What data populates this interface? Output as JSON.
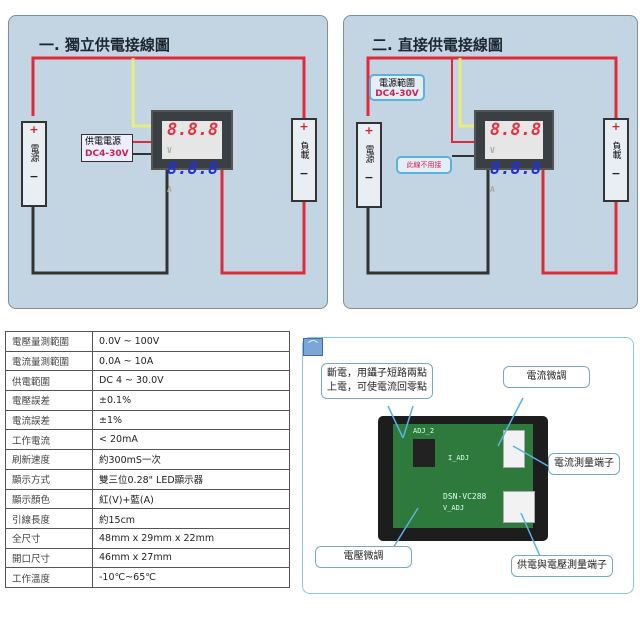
{
  "diagram1": {
    "title": "一. 獨立供電接線圖",
    "source_plus": "+",
    "source_label": "電源",
    "source_minus": "−",
    "supply_label": "供電電源",
    "supply_range": "DC4-30V",
    "display_v": "8.8.8",
    "unit_v": "V",
    "display_a": "8.8.8",
    "unit_a": "A",
    "load_plus": "+",
    "load_label": "負載",
    "load_minus": "−"
  },
  "diagram2": {
    "title": "二. 直接供電接線圖",
    "bubble_title": "電源範圍",
    "bubble_range": "DC4-30V",
    "note": "此線不用接",
    "source_plus": "+",
    "source_label": "電源",
    "source_minus": "−",
    "display_v": "8.8.8",
    "unit_v": "V",
    "display_a": "8.8.8",
    "unit_a": "A",
    "load_plus": "+",
    "load_label": "負載",
    "load_minus": "−"
  },
  "specs": [
    {
      "k": "電壓量測範圍",
      "v": "0.0V ~ 100V"
    },
    {
      "k": "電流量測範圍",
      "v": "0.0A ~ 10A"
    },
    {
      "k": "供電範圍",
      "v": "DC 4 ~ 30.0V"
    },
    {
      "k": "電壓誤差",
      "v": "±0.1%"
    },
    {
      "k": "電流誤差",
      "v": "±1%"
    },
    {
      "k": "工作電流",
      "v": "< 20mA"
    },
    {
      "k": "刷新速度",
      "v": "約300mS一次"
    },
    {
      "k": "顯示方式",
      "v": "雙三位0.28\" LED顯示器"
    },
    {
      "k": "顯示顏色",
      "v": "紅(V)+藍(A)"
    },
    {
      "k": "引線長度",
      "v": "約15cm"
    },
    {
      "k": "全尺寸",
      "v": "48mm x 29mm x 22mm"
    },
    {
      "k": "開口尺寸",
      "v": "46mm x 27mm"
    },
    {
      "k": "工作溫度",
      "v": "-10℃~65℃"
    }
  ],
  "photo": {
    "callout_zero_1": "斷電，用鑷子短路兩點",
    "callout_zero_2": "上電，可使電流回零點",
    "callout_current_adj": "電流微調",
    "callout_current_terminal": "電流測量端子",
    "callout_voltage_adj": "電壓微調",
    "callout_power_terminal": "供電與電壓測量端子",
    "pcb_model": "DSN-VC288",
    "pcb_iadj": "I_ADJ",
    "pcb_vadj": "V_ADJ",
    "pcb_adj2": "ADJ_2"
  }
}
